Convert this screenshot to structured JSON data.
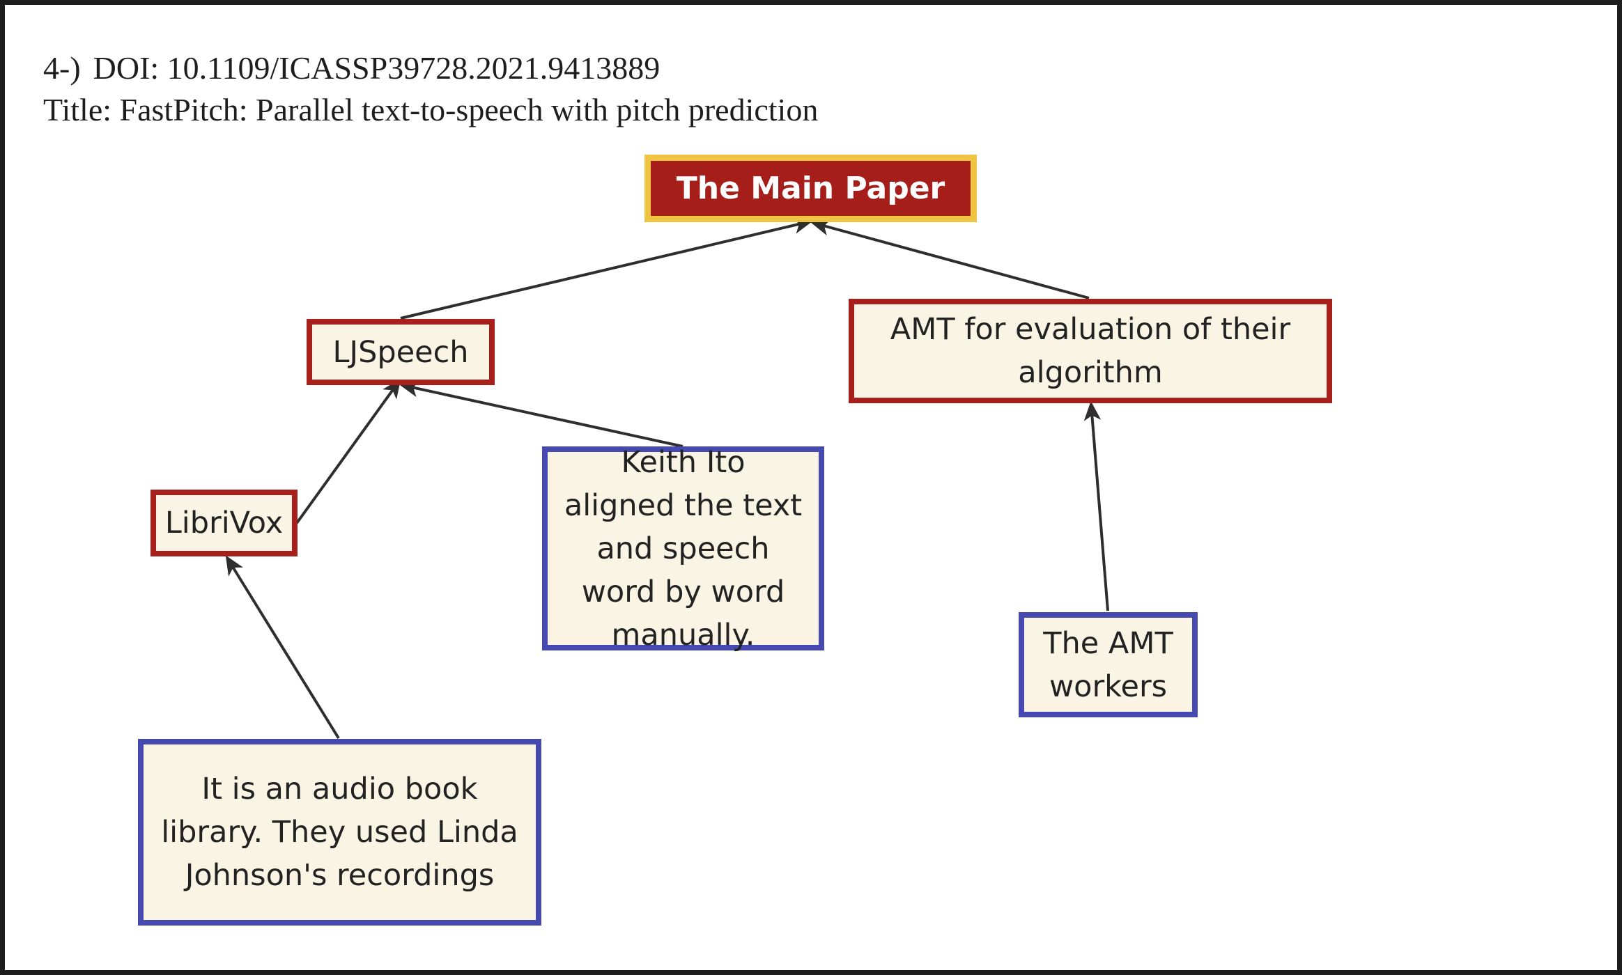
{
  "header": {
    "doi_number": "4-)",
    "doi_text": "DOI: 10.1109/ICASSP39728.2021.9413889",
    "title_text": "Title: FastPitch: Parallel text-to-speech with pitch prediction"
  },
  "nodes": {
    "main_paper": {
      "label": "The Main Paper"
    },
    "ljspeech": {
      "label": "LJSpeech"
    },
    "amt_eval": {
      "label": "AMT for evaluation of their algorithm"
    },
    "librivox": {
      "label": "LibriVox"
    },
    "keith_ito": {
      "label": "Keith Ito aligned the text and speech word by word manually."
    },
    "amt_workers": {
      "label": "The AMT workers"
    },
    "audio_book": {
      "label": "It is an audio book library. They used Linda Johnson's recordings"
    }
  },
  "edges": [
    {
      "from": "ljspeech",
      "to": "main_paper"
    },
    {
      "from": "amt_eval",
      "to": "main_paper"
    },
    {
      "from": "librivox",
      "to": "ljspeech"
    },
    {
      "from": "keith_ito",
      "to": "ljspeech"
    },
    {
      "from": "amt_workers",
      "to": "amt_eval"
    },
    {
      "from": "audio_book",
      "to": "librivox"
    }
  ],
  "colors": {
    "frame": "#1e1e1e",
    "main_fill": "#a51e1a",
    "main_border": "#efc442",
    "node_fill": "#f9f4e3",
    "red_border": "#a8201c",
    "blue_border": "#4549b0",
    "edge": "#2e2e2e"
  }
}
